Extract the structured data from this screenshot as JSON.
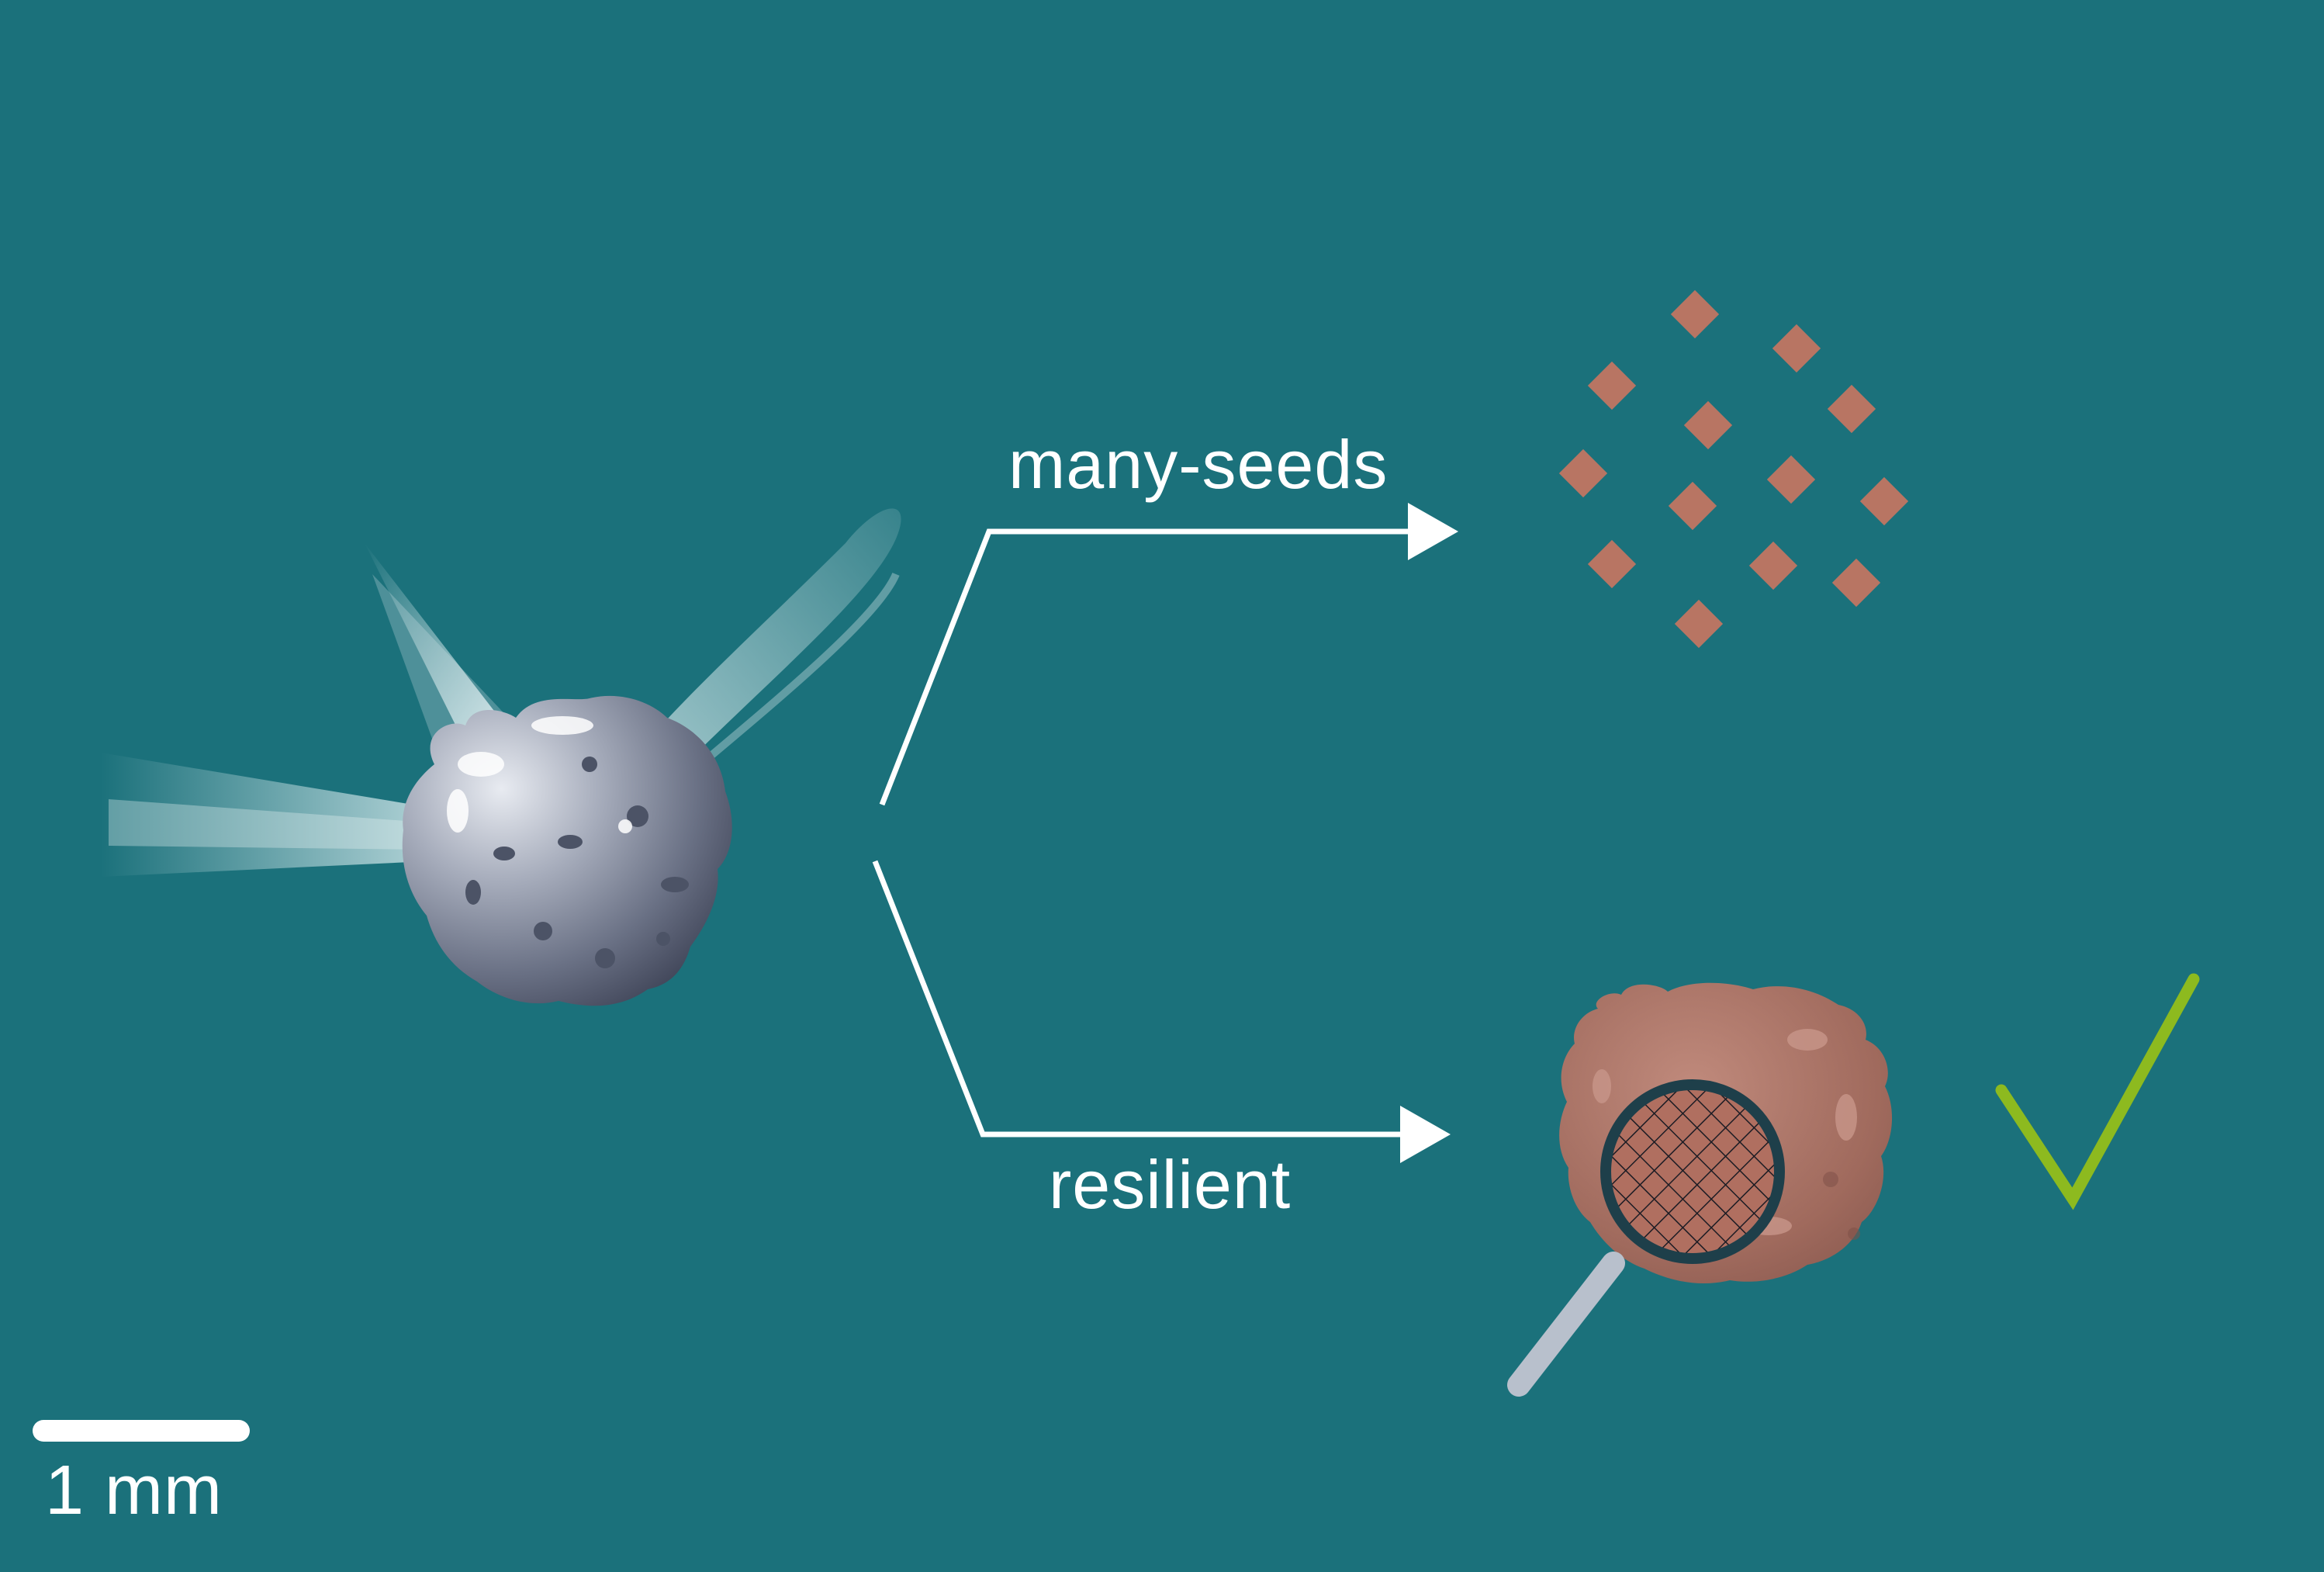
{
  "labels": {
    "upper_path": "many-seeds",
    "lower_path": "resilient",
    "scale_bar": "1 mm"
  },
  "icons": {
    "source": "spinning-grey-particle-icon",
    "upper_result": "scattered-seed-fragments-icon",
    "lower_result": "brown-particle-with-magnifier-icon",
    "check": "checkmark-icon"
  },
  "colors": {
    "background": "#1b717b",
    "line": "#ffffff",
    "seed": "#b87563",
    "check": "#8dba1f",
    "particle_light": "#c9cdd8",
    "particle_dark": "#3d4356",
    "brown_particle": "#a87468",
    "magnifier_ring": "#1e3f4a",
    "magnifier_handle": "#b8c0cc"
  }
}
